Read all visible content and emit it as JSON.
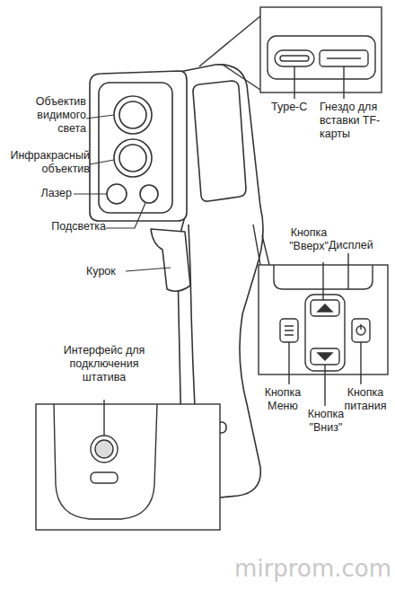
{
  "diagram": {
    "labels": [
      "Объектив видимого света",
      "Инфракрасный объектив",
      "Лазер",
      "Подсветка",
      "Курок",
      "Type-C",
      "Гнездо для вставки TF-карты",
      "Дисплей",
      "Кнопка \"Вверх\"",
      "Кнопка Меню",
      "Кнопка питания",
      "Кнопка \"Вниз\"",
      "Интерфейс для подключения штатива",
      "mirprom.com"
    ]
  }
}
